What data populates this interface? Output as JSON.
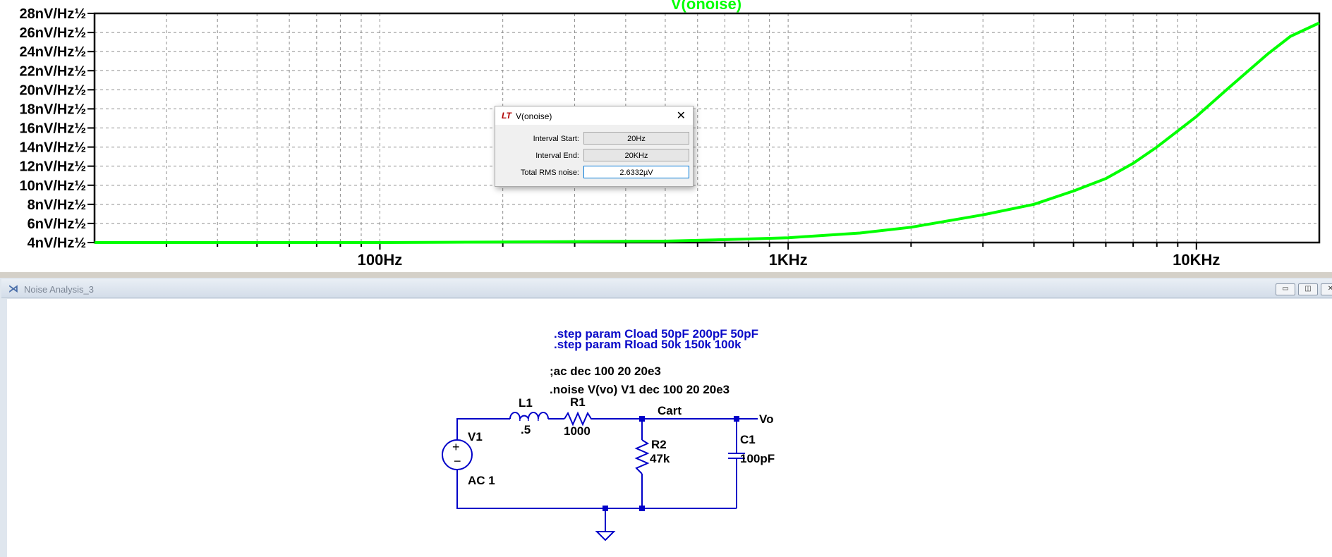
{
  "plot": {
    "title": "V(onoise)",
    "trace_color": "#00ff00",
    "y_ticks": [
      "28nV/Hz½",
      "26nV/Hz½",
      "24nV/Hz½",
      "22nV/Hz½",
      "20nV/Hz½",
      "18nV/Hz½",
      "16nV/Hz½",
      "14nV/Hz½",
      "12nV/Hz½",
      "10nV/Hz½",
      "8nV/Hz½",
      "6nV/Hz½",
      "4nV/Hz½"
    ],
    "x_ticks": [
      "100Hz",
      "1KHz",
      "10KHz"
    ]
  },
  "chart_data": {
    "type": "line",
    "title": "V(onoise)",
    "xscale": "log",
    "xlim": [
      20,
      20000
    ],
    "ylim": [
      4,
      28
    ],
    "y_unit": "nV/Hz½",
    "grid": true,
    "series": [
      {
        "name": "V(onoise)",
        "x": [
          20,
          50,
          100,
          200,
          500,
          700,
          1000,
          1500,
          2000,
          3000,
          4000,
          5000,
          6000,
          7000,
          8000,
          10000,
          12000,
          15000,
          17000,
          20000
        ],
        "y": [
          4.0,
          4.0,
          4.0,
          4.05,
          4.15,
          4.3,
          4.5,
          5.0,
          5.6,
          6.9,
          8.0,
          9.4,
          10.7,
          12.3,
          14.0,
          17.2,
          20.2,
          23.8,
          25.6,
          27.0
        ]
      }
    ]
  },
  "dialog": {
    "title": "V(onoise)",
    "logo": "LT",
    "close": "✕",
    "interval_start_label": "Interval Start:",
    "interval_start_value": "20Hz",
    "interval_end_label": "Interval End:",
    "interval_end_value": "20KHz",
    "total_rms_label": "Total RMS noise:",
    "total_rms_value": "2.6332µV"
  },
  "schematic_window": {
    "title": "Noise Analysis_3",
    "btn_minimize": "▭",
    "btn_maximize": "◫",
    "btn_close": "✕"
  },
  "schematic": {
    "wire_color": "#0000c8",
    "directive_color": "#0a0ac8",
    "step_cload": ".step param Cload  50pF 200pF 50pF",
    "step_rload": ".step param Rload 50k 150k 100k",
    "ac_comment": ";ac dec 100 20 20e3",
    "noise_cmd": ".noise V(vo) V1 dec 100 20 20e3",
    "l1_name": "L1",
    "l1_value": ".5",
    "r1_name": "R1",
    "r1_value": "1000",
    "r2_name": "R2",
    "r2_value": "47k",
    "c1_name": "C1",
    "c1_value": "100pF",
    "v1_name": "V1",
    "v1_value": "AC 1",
    "net_cart": "Cart",
    "net_vo": "Vo"
  }
}
